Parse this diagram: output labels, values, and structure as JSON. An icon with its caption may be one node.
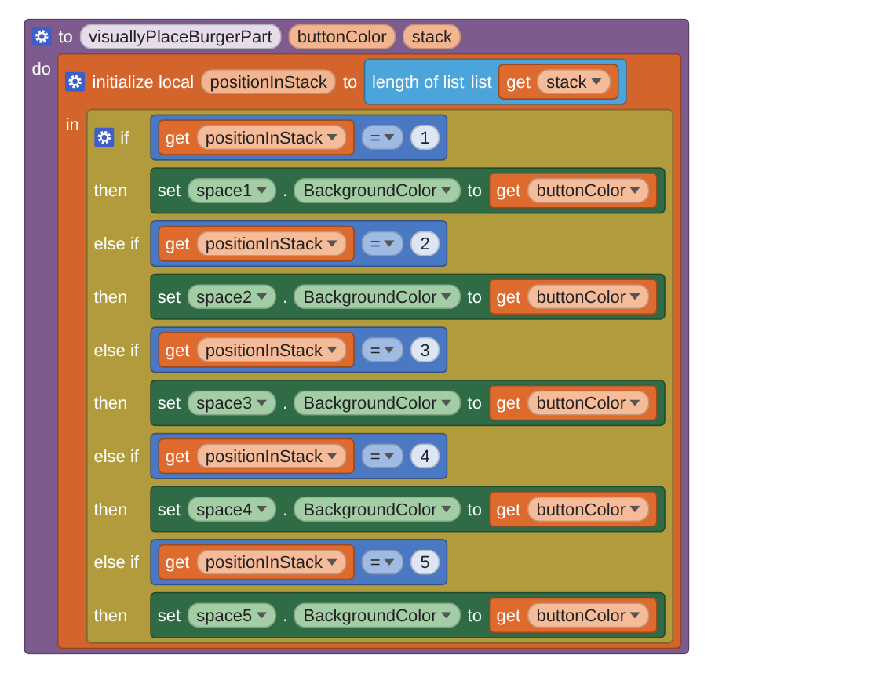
{
  "diagram": {
    "nodes": [
      {
        "text": [
          "to",
          "do"
        ]
      },
      {
        "text": [
          "visuallyPlaceBurgerPart"
        ],
        "in": 0
      },
      {
        "text": [
          "buttonColor"
        ],
        "in": 0
      },
      {
        "text": [
          "stack"
        ],
        "in": 0
      },
      {
        "text": [
          "initialize local",
          "to",
          "in"
        ],
        "in": 0
      },
      {
        "text": [
          "positionInStack"
        ],
        "in": 4
      },
      {
        "text": [
          "length of list",
          "list"
        ],
        "in": 4
      },
      {
        "text": [
          "get"
        ],
        "in": 6
      },
      {
        "text": [
          "stack"
        ],
        "in": 7
      },
      {
        "text": [
          "if",
          "then",
          "else if",
          "then",
          "else if",
          "then",
          "else if",
          "then",
          "else if",
          "then"
        ],
        "in": 4
      },
      {
        "text": [],
        "shape": "box",
        "in": 9
      },
      {
        "text": [
          "get"
        ],
        "in": 10
      },
      {
        "text": [
          "positionInStack"
        ],
        "in": 11
      },
      {
        "text": [
          "="
        ],
        "in": 10
      },
      {
        "text": [
          "1"
        ],
        "in": 10
      },
      {
        "text": [
          "set",
          ".",
          "to"
        ],
        "in": 9
      },
      {
        "text": [
          "space1"
        ],
        "in": 15
      },
      {
        "text": [
          "BackgroundColor"
        ],
        "in": 15
      },
      {
        "text": [
          "get"
        ],
        "in": 15
      },
      {
        "text": [
          "buttonColor"
        ],
        "in": 18
      },
      {
        "text": [],
        "shape": "box",
        "in": 9
      },
      {
        "text": [
          "get"
        ],
        "in": 20
      },
      {
        "text": [
          "positionInStack"
        ],
        "in": 21
      },
      {
        "text": [
          "="
        ],
        "in": 20
      },
      {
        "text": [
          "2"
        ],
        "in": 20
      },
      {
        "text": [
          "set",
          ".",
          "to"
        ],
        "in": 9
      },
      {
        "text": [
          "space2"
        ],
        "in": 25
      },
      {
        "text": [
          "BackgroundColor"
        ],
        "in": 25
      },
      {
        "text": [
          "get"
        ],
        "in": 25
      },
      {
        "text": [
          "buttonColor"
        ],
        "in": 28
      },
      {
        "text": [],
        "shape": "box",
        "in": 9
      },
      {
        "text": [
          "get"
        ],
        "in": 30
      },
      {
        "text": [
          "positionInStack"
        ],
        "in": 31
      },
      {
        "text": [
          "="
        ],
        "in": 30
      },
      {
        "text": [
          "3"
        ],
        "in": 30
      },
      {
        "text": [
          "set",
          ".",
          "to"
        ],
        "in": 9
      },
      {
        "text": [
          "space3"
        ],
        "in": 35
      },
      {
        "text": [
          "BackgroundColor"
        ],
        "in": 35
      },
      {
        "text": [
          "get"
        ],
        "in": 35
      },
      {
        "text": [
          "buttonColor"
        ],
        "in": 38
      },
      {
        "text": [],
        "shape": "box",
        "in": 9
      },
      {
        "text": [
          "get"
        ],
        "in": 40
      },
      {
        "text": [
          "positionInStack"
        ],
        "in": 41
      },
      {
        "text": [
          "="
        ],
        "in": 40
      },
      {
        "text": [
          "4"
        ],
        "in": 40
      },
      {
        "text": [
          "set",
          ".",
          "to"
        ],
        "in": 9
      },
      {
        "text": [
          "space4"
        ],
        "in": 45
      },
      {
        "text": [
          "BackgroundColor"
        ],
        "in": 45
      },
      {
        "text": [
          "get"
        ],
        "in": 45
      },
      {
        "text": [
          "buttonColor"
        ],
        "in": 48
      },
      {
        "text": [],
        "shape": "box",
        "in": 9
      },
      {
        "text": [
          "get"
        ],
        "in": 50
      },
      {
        "text": [
          "positionInStack"
        ],
        "in": 51
      },
      {
        "text": [
          "="
        ],
        "in": 50
      },
      {
        "text": [
          "5"
        ],
        "in": 50
      },
      {
        "text": [
          "set",
          ".",
          "to"
        ],
        "in": 9
      },
      {
        "text": [
          "space5"
        ],
        "in": 55
      },
      {
        "text": [
          "BackgroundColor"
        ],
        "in": 55
      },
      {
        "text": [
          "get"
        ],
        "in": 55
      },
      {
        "text": [
          "buttonColor"
        ],
        "in": 58
      }
    ],
    "edges": []
  }
}
